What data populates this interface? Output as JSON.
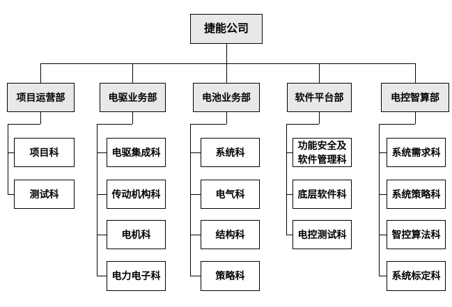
{
  "org_chart": {
    "root": {
      "label": "捷能公司"
    },
    "departments": [
      {
        "label": "项目运营部",
        "children": [
          {
            "label": "项目科"
          },
          {
            "label": "测试科"
          }
        ]
      },
      {
        "label": "电驱业务部",
        "children": [
          {
            "label": "电驱集成科"
          },
          {
            "label": "传动机构科"
          },
          {
            "label": "电机科"
          },
          {
            "label": "电力电子科"
          }
        ]
      },
      {
        "label": "电池业务部",
        "children": [
          {
            "label": "系统科"
          },
          {
            "label": "电气科"
          },
          {
            "label": "结构科"
          },
          {
            "label": "策略科"
          }
        ]
      },
      {
        "label": "软件平台部",
        "children": [
          {
            "label": "功能安全及\n软件管理科"
          },
          {
            "label": "底层软件科"
          },
          {
            "label": "电控测试科"
          }
        ]
      },
      {
        "label": "电控智算部",
        "children": [
          {
            "label": "系统需求科"
          },
          {
            "label": "系统策略科"
          },
          {
            "label": "智控算法科"
          },
          {
            "label": "系统标定科"
          }
        ]
      }
    ],
    "colors": {
      "node_fill": "#e8e8e8",
      "leaf_fill": "#ffffff",
      "border": "#000000",
      "connector": "#000000",
      "background": "#ffffff"
    }
  }
}
